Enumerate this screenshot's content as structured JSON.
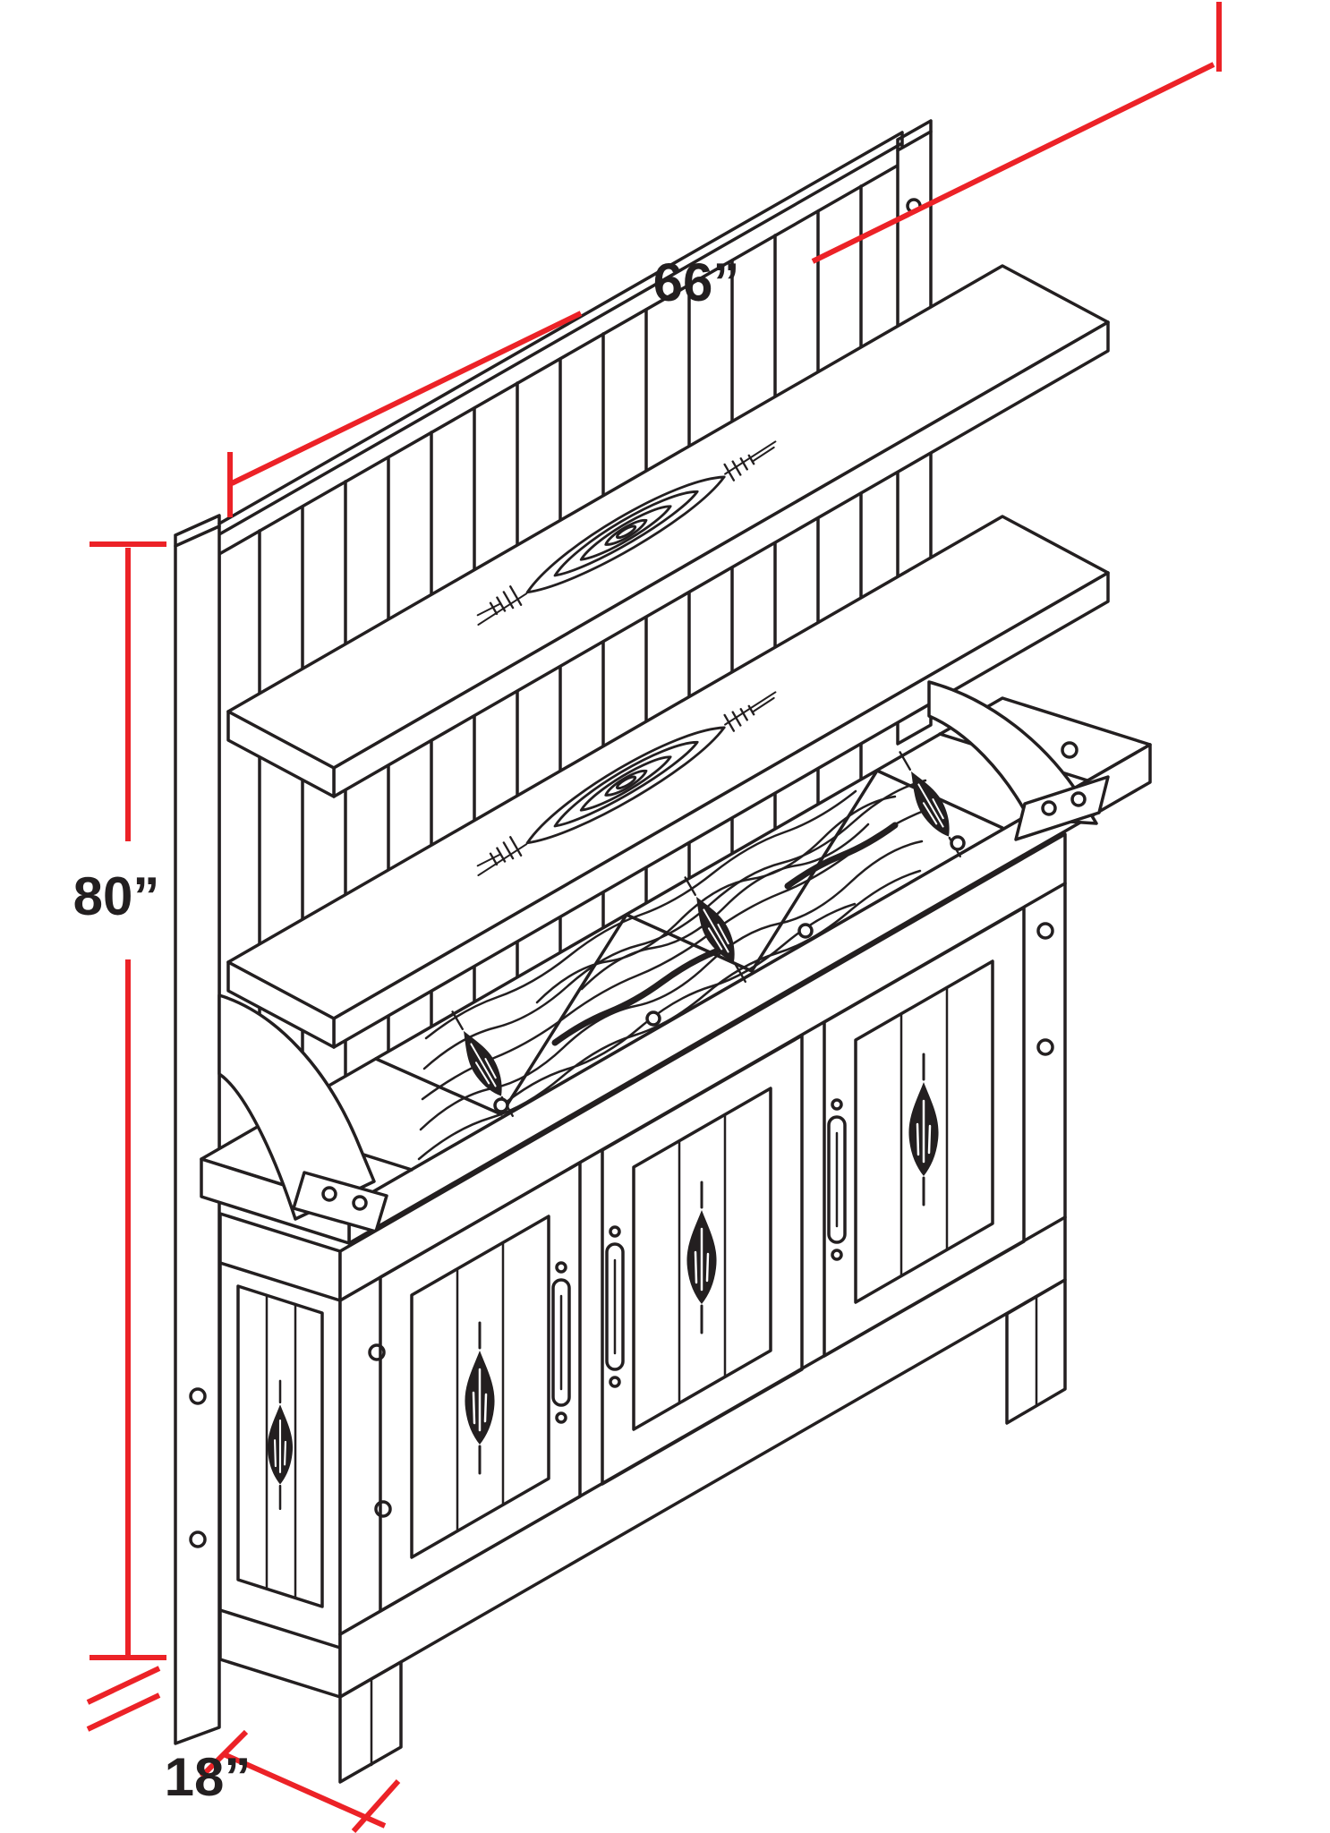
{
  "diagram": {
    "description": "Isometric technical line drawing of a rustic sideboard buffet with plank hutch back panel, two display shelves, corbel brackets, grained top slab and three cabinet doors with wood knots and vertical pulls",
    "dimension_labels": {
      "width": "66”",
      "height": "80”",
      "depth": "18”"
    }
  },
  "colors": {
    "dimension": "#ec2227",
    "line_art": "#231f20",
    "background": "#ffffff"
  }
}
